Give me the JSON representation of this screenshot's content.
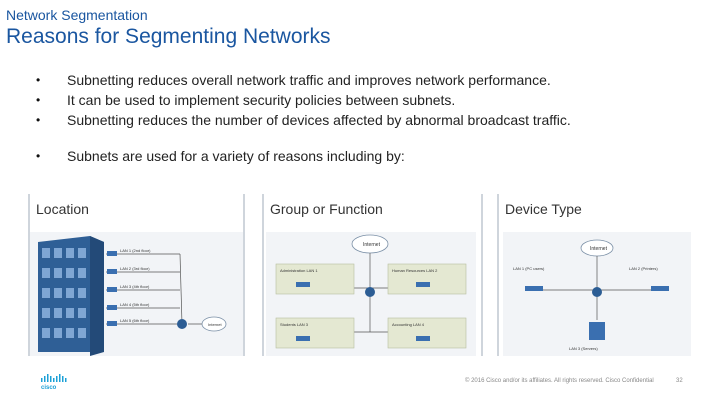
{
  "header": {
    "section": "Network Segmentation",
    "title": "Reasons for Segmenting Networks"
  },
  "bullets": [
    "Subnetting reduces overall network traffic and improves network performance.",
    "It can be used to implement security policies between subnets.",
    "Subnetting reduces the number of devices affected by abnormal broadcast traffic.",
    "Subnets are used for a variety of reasons including by:"
  ],
  "panels": [
    {
      "label": "Location",
      "lans": [
        "LAN 1 (2nd floor)",
        "LAN 2 (3rd floor)",
        "LAN 3 (4th floor)",
        "LAN 4 (5th floor)",
        "LAN 5 (6th floor)"
      ],
      "cloud": "Internet"
    },
    {
      "label": "Group or Function",
      "cloud": "Internet",
      "groups": [
        "Administration LAN 1",
        "Human Resources LAN 2",
        "Students LAN 3",
        "Accounting LAN 4"
      ]
    },
    {
      "label": "Device Type",
      "cloud": "Internet",
      "groups": [
        "LAN 1 (PC users)",
        "LAN 2 (Printers)",
        "LAN 3 (Servers)"
      ]
    }
  ],
  "footer": {
    "brand": "cisco",
    "copyright": "© 2016 Cisco and/or its affiliates. All rights reserved. Cisco Confidential",
    "page": "32"
  },
  "colors": {
    "title": "#1a56a0",
    "building": "#2f5f96",
    "cisco": "#1ba0d7"
  }
}
